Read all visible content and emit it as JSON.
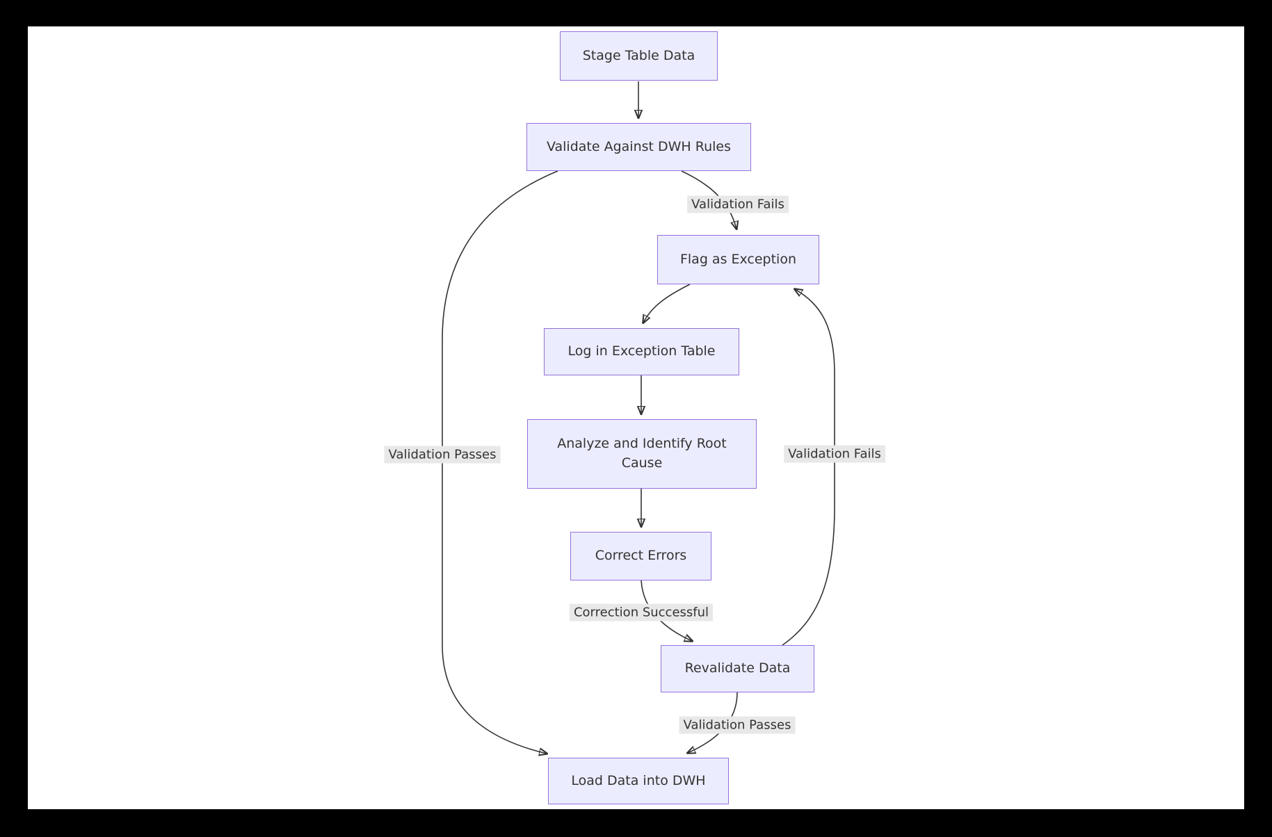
{
  "diagram": {
    "type": "flowchart",
    "direction": "top-down",
    "colors": {
      "page_background": "#000000",
      "canvas_background": "#ffffff",
      "node_fill": "#ECECFF",
      "node_border": "#9370DB",
      "edge_stroke": "#333333",
      "edge_label_background": "#e8e8e8",
      "text_color": "#333333"
    },
    "nodes": [
      {
        "id": "stage",
        "label": "Stage Table Data"
      },
      {
        "id": "validate",
        "label": "Validate Against DWH Rules"
      },
      {
        "id": "flag",
        "label": "Flag as Exception"
      },
      {
        "id": "log",
        "label": "Log in Exception Table"
      },
      {
        "id": "analyze",
        "label": "Analyze and Identify Root Cause"
      },
      {
        "id": "correct",
        "label": "Correct Errors"
      },
      {
        "id": "revalidate",
        "label": "Revalidate Data"
      },
      {
        "id": "load",
        "label": "Load Data into DWH"
      }
    ],
    "edges": [
      {
        "from": "stage",
        "to": "validate",
        "label": ""
      },
      {
        "from": "validate",
        "to": "flag",
        "label": "Validation Fails"
      },
      {
        "from": "validate",
        "to": "load",
        "label": "Validation Passes"
      },
      {
        "from": "flag",
        "to": "log",
        "label": ""
      },
      {
        "from": "log",
        "to": "analyze",
        "label": ""
      },
      {
        "from": "analyze",
        "to": "correct",
        "label": ""
      },
      {
        "from": "correct",
        "to": "revalidate",
        "label": "Correction Successful"
      },
      {
        "from": "revalidate",
        "to": "flag",
        "label": "Validation Fails"
      },
      {
        "from": "revalidate",
        "to": "load",
        "label": "Validation Passes"
      }
    ]
  }
}
